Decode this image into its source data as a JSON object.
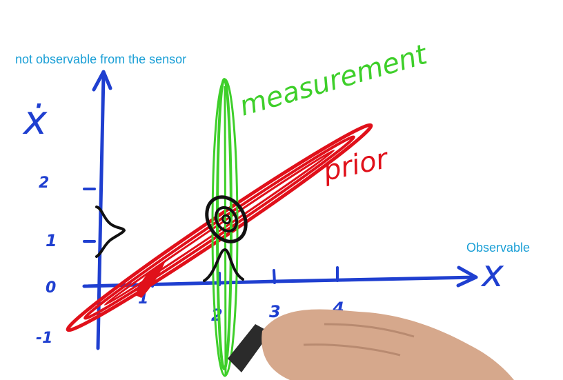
{
  "labels": {
    "top": "not observable from the sensor",
    "right": "Observable"
  },
  "handwriting": {
    "y_axis_symbol": "ẋ",
    "x_axis_symbol": "x",
    "measurement": "measurement",
    "prior": "prior"
  },
  "ticks": {
    "y": [
      "2",
      "1",
      "0",
      "-1"
    ],
    "x": [
      "1",
      "2",
      "3",
      "4"
    ]
  },
  "colors": {
    "axis": "#1f3fd0",
    "prior": "#e0101a",
    "measurement": "#3ecf2a",
    "gaussian": "#111111",
    "label": "#1a9fd6"
  }
}
